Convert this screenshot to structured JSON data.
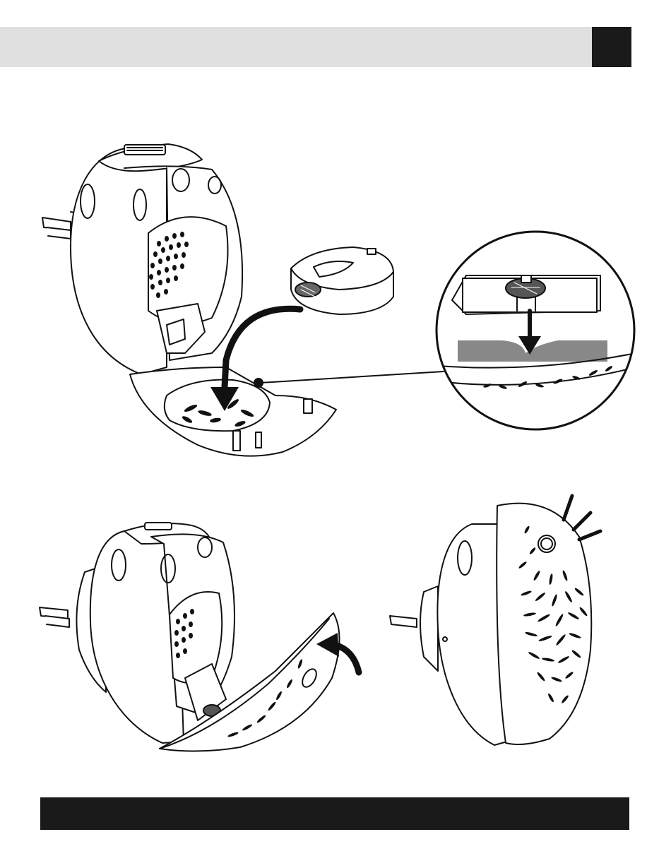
{
  "page": {
    "header_bar_color": "#e0e0e0",
    "page_tab_color": "#1a1a1a",
    "footer_bar_color": "#1a1a1a"
  },
  "figures": [
    {
      "name": "open-device-insert-refill",
      "icon": "air-freshener-open-icon"
    },
    {
      "name": "zoom-detail-align-refill",
      "icon": "magnifier-detail-icon"
    },
    {
      "name": "close-cover",
      "icon": "air-freshener-closing-icon"
    },
    {
      "name": "closed-device",
      "icon": "air-freshener-closed-icon"
    }
  ]
}
